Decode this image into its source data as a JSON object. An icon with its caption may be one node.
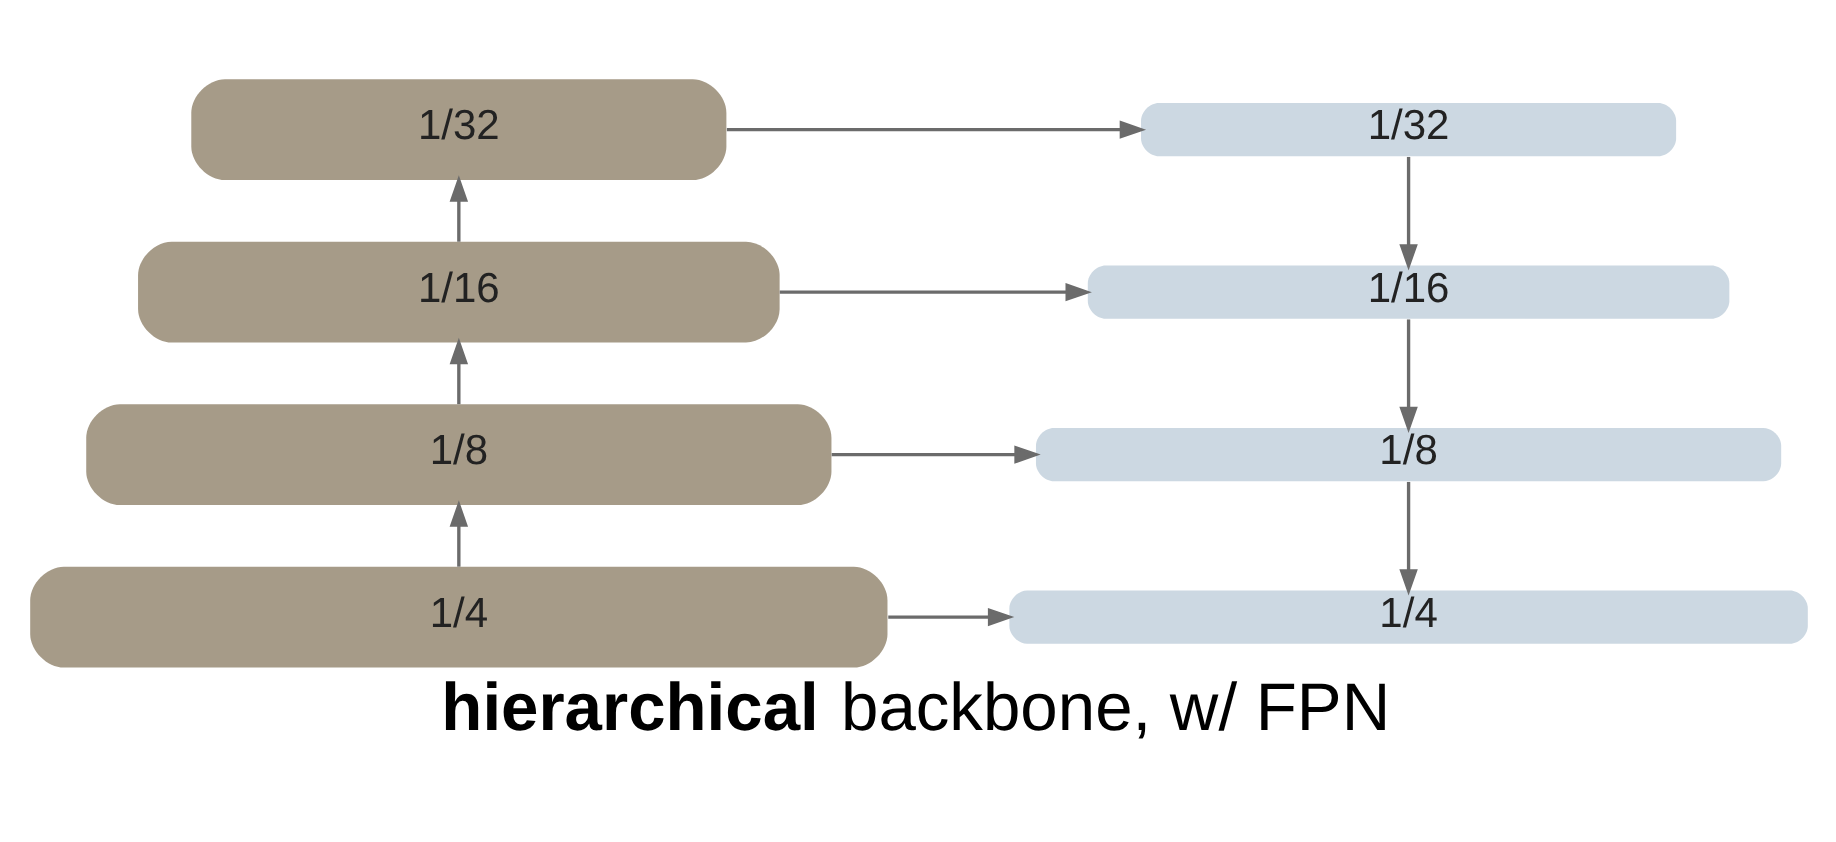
{
  "diagram": {
    "caption": "**hierarchical** backbone, w/ FPN",
    "nodes": [
      {
        "text": [
          "1/32"
        ]
      },
      {
        "text": [
          "1/32"
        ]
      },
      {
        "text": [
          "1/16"
        ]
      },
      {
        "text": [
          "1/16"
        ]
      },
      {
        "text": [
          "1/8"
        ]
      },
      {
        "text": [
          "1/8"
        ]
      },
      {
        "text": [
          "1/4"
        ]
      },
      {
        "text": [
          "1/4"
        ]
      }
    ],
    "edges": [
      {
        "from": 6,
        "to": 4,
        "arrow": "to"
      },
      {
        "from": 4,
        "to": 2,
        "arrow": "to"
      },
      {
        "from": 2,
        "to": 0,
        "arrow": "to"
      },
      {
        "from": 0,
        "to": 1,
        "arrow": "to"
      },
      {
        "from": 2,
        "to": 3,
        "arrow": "to"
      },
      {
        "from": 4,
        "to": 5,
        "arrow": "to"
      },
      {
        "from": 6,
        "to": 7,
        "arrow": "to"
      },
      {
        "from": 1,
        "to": 3,
        "arrow": "to"
      },
      {
        "from": 3,
        "to": 5,
        "arrow": "to"
      },
      {
        "from": 5,
        "to": 7,
        "arrow": "to"
      }
    ]
  }
}
